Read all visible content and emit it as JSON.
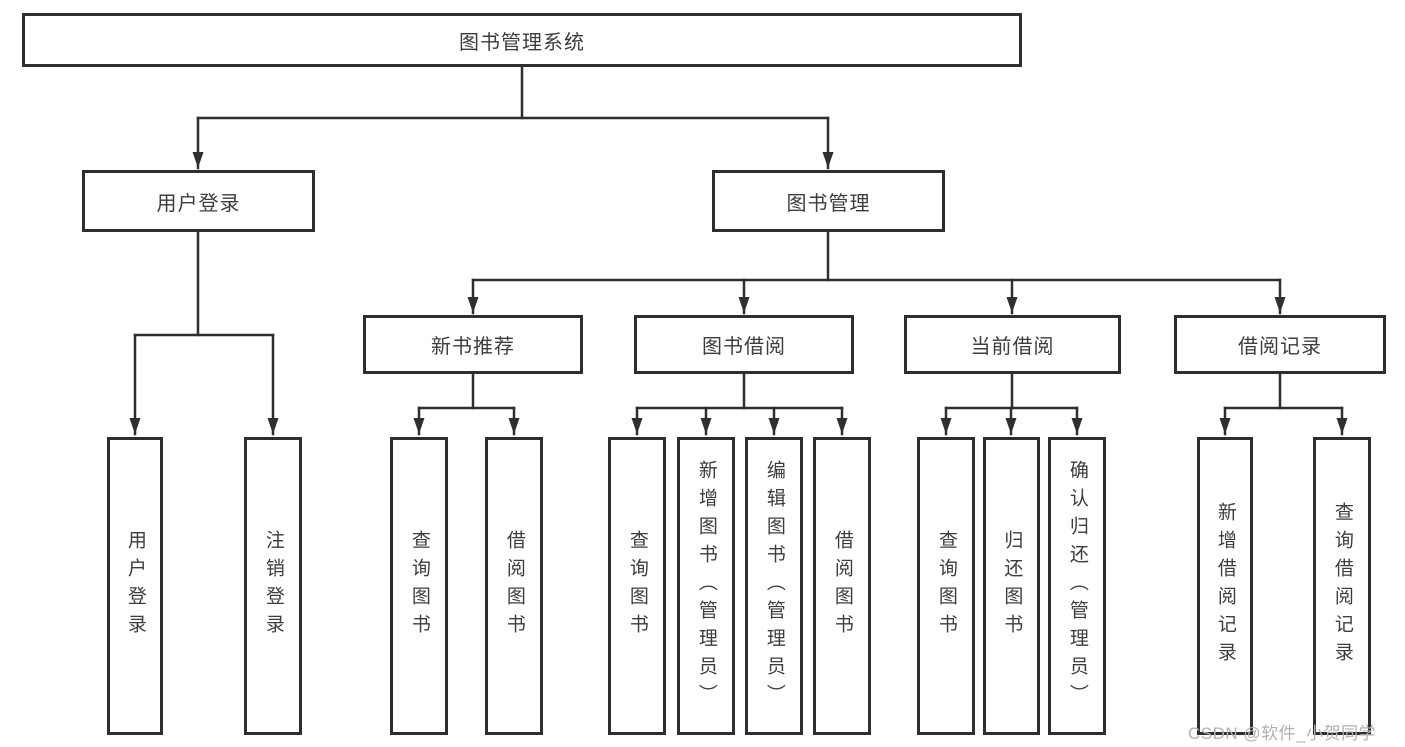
{
  "diagram_title": "图书管理系统",
  "nodes": {
    "root": {
      "label": "图书管理系统"
    },
    "level2": [
      {
        "label": "用户登录"
      },
      {
        "label": "图书管理"
      }
    ],
    "level3": [
      {
        "label": "新书推荐"
      },
      {
        "label": "图书借阅"
      },
      {
        "label": "当前借阅"
      },
      {
        "label": "借阅记录"
      }
    ],
    "leaves": [
      {
        "label": "用户登录"
      },
      {
        "label": "注销登录"
      },
      {
        "label": "查询图书"
      },
      {
        "label": "借阅图书"
      },
      {
        "label": "查询图书"
      },
      {
        "label": "新增图书（管理员）"
      },
      {
        "label": "编辑图书（管理员）"
      },
      {
        "label": "借阅图书"
      },
      {
        "label": "查询图书"
      },
      {
        "label": "归还图书"
      },
      {
        "label": "确认归还（管理员）"
      },
      {
        "label": "新增借阅记录"
      },
      {
        "label": "查询借阅记录"
      }
    ]
  },
  "watermark": "CSDN @软件_小贺同学",
  "colors": {
    "line": "#2f2f2f",
    "box_border": "#2e2e2e",
    "box_fill": "#ffffff",
    "text": "#3d3d3d",
    "watermark": "#b2b2b2"
  }
}
